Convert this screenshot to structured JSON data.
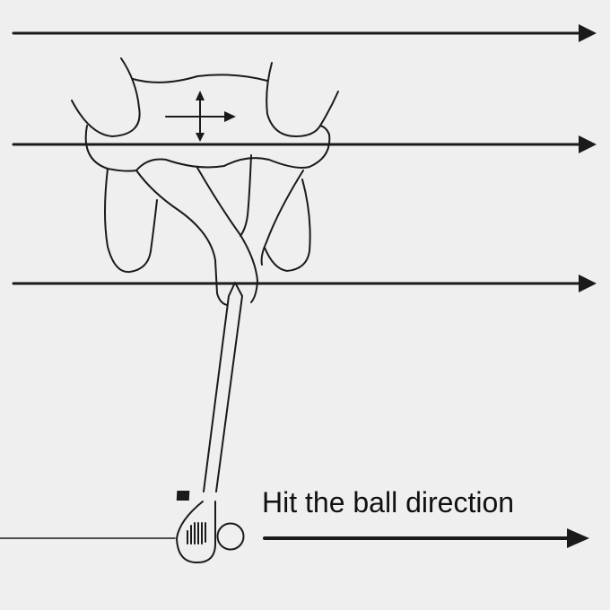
{
  "caption": "Hit the ball direction",
  "colors": {
    "background": "#efefef",
    "ink": "#1a1a1a"
  },
  "icons": [
    "direction-arrow",
    "move-cross-arrow",
    "hands-grip",
    "golf-club",
    "golf-ball"
  ]
}
